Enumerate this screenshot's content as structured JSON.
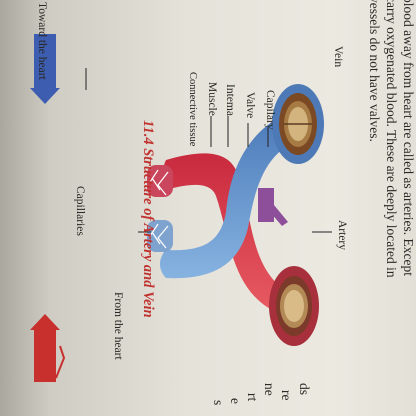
{
  "text": {
    "line1": "blood away from heart are called as arteries. Except",
    "line2": "carry oxygenated blood. These are deeply located in",
    "line3": "vessels do not have valves."
  },
  "margin_fragments": [
    "ds",
    "re",
    "ne",
    "rt",
    "e",
    "s"
  ],
  "figure": {
    "caption": "11.4 Structure of Artery and Vein",
    "labels": {
      "artery": "Artery",
      "vein": "Vein",
      "capillary": "Capilary",
      "valve": "Valve",
      "intema": "Intema",
      "muscle": "Muscle",
      "connective": "Connective tissue",
      "from_heart": "From the heart",
      "capillaries": "Capillaries",
      "toward_heart": "Toward the heart"
    }
  },
  "colors": {
    "artery": "#d6394a",
    "vein": "#5d8fc9",
    "capillary": "#8e4f9a",
    "lumen": "#c9a873",
    "caption": "#c0322e"
  }
}
